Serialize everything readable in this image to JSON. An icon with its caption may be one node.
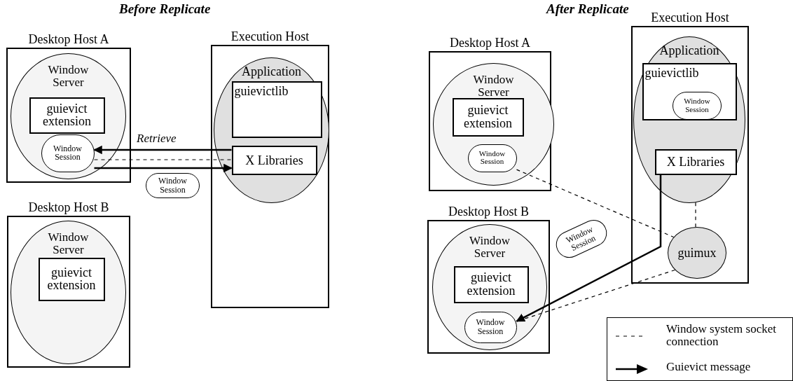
{
  "diagram": {
    "nodes": [
      {
        "text": [
          "Desktop Host A"
        ]
      },
      {
        "text": [
          "Window Server"
        ],
        "in": 0
      },
      {
        "text": [
          "guievict extension"
        ],
        "in": 1
      },
      {
        "text": [
          "Window Session"
        ],
        "in": 1
      },
      {
        "text": [
          "Execution Host"
        ]
      },
      {
        "text": [
          "Application"
        ],
        "in": 4
      },
      {
        "text": [
          "guievictlib"
        ],
        "in": 5
      },
      {
        "text": [
          "X Libraries"
        ],
        "in": 5
      },
      {
        "text": [
          "Window Session"
        ]
      },
      {
        "text": [
          "Desktop Host B"
        ]
      },
      {
        "text": [
          "Window Server"
        ],
        "in": 9
      },
      {
        "text": [
          "guievict extension"
        ],
        "in": 10
      },
      {
        "text": [
          "Desktop Host A"
        ]
      },
      {
        "text": [
          "Window Server"
        ],
        "in": 12
      },
      {
        "text": [
          "guievict extension"
        ],
        "in": 13
      },
      {
        "text": [
          "Window Session"
        ],
        "in": 13
      },
      {
        "text": [
          "Execution Host"
        ]
      },
      {
        "text": [
          "Application"
        ],
        "in": 16
      },
      {
        "text": [
          "guievictlib"
        ],
        "in": 17
      },
      {
        "text": [
          "Window Session"
        ],
        "in": 18
      },
      {
        "text": [
          "X Libraries"
        ],
        "in": 17
      },
      {
        "text": [
          "guimux"
        ],
        "in": 16
      },
      {
        "text": [
          "Desktop Host B"
        ]
      },
      {
        "text": [
          "Window Server"
        ],
        "in": 22
      },
      {
        "text": [
          "guievict extension"
        ],
        "in": 23
      },
      {
        "text": [
          "Window Session"
        ],
        "in": 23
      },
      {
        "text": [
          "Window Session"
        ]
      }
    ],
    "edges": [
      {
        "from": 7,
        "to": 3,
        "arrow": "to",
        "label": "Retrieve"
      },
      {
        "from": 3,
        "to": 7,
        "arrow": "none",
        "style": "dashed"
      },
      {
        "from": 3,
        "to": 7,
        "arrow": "to"
      },
      {
        "from": 15,
        "to": 21,
        "arrow": "none",
        "style": "dashed"
      },
      {
        "from": 17,
        "to": 21,
        "arrow": "none",
        "style": "dashed"
      },
      {
        "from": 21,
        "to": 25,
        "arrow": "none",
        "style": "dashed"
      },
      {
        "from": 20,
        "to": 25,
        "arrow": "to"
      }
    ],
    "labels": [
      "Before Replicate",
      "After Replicate"
    ],
    "legend": [
      {
        "text": "Window system socket connection"
      },
      {
        "text": "Guievict message"
      }
    ]
  }
}
